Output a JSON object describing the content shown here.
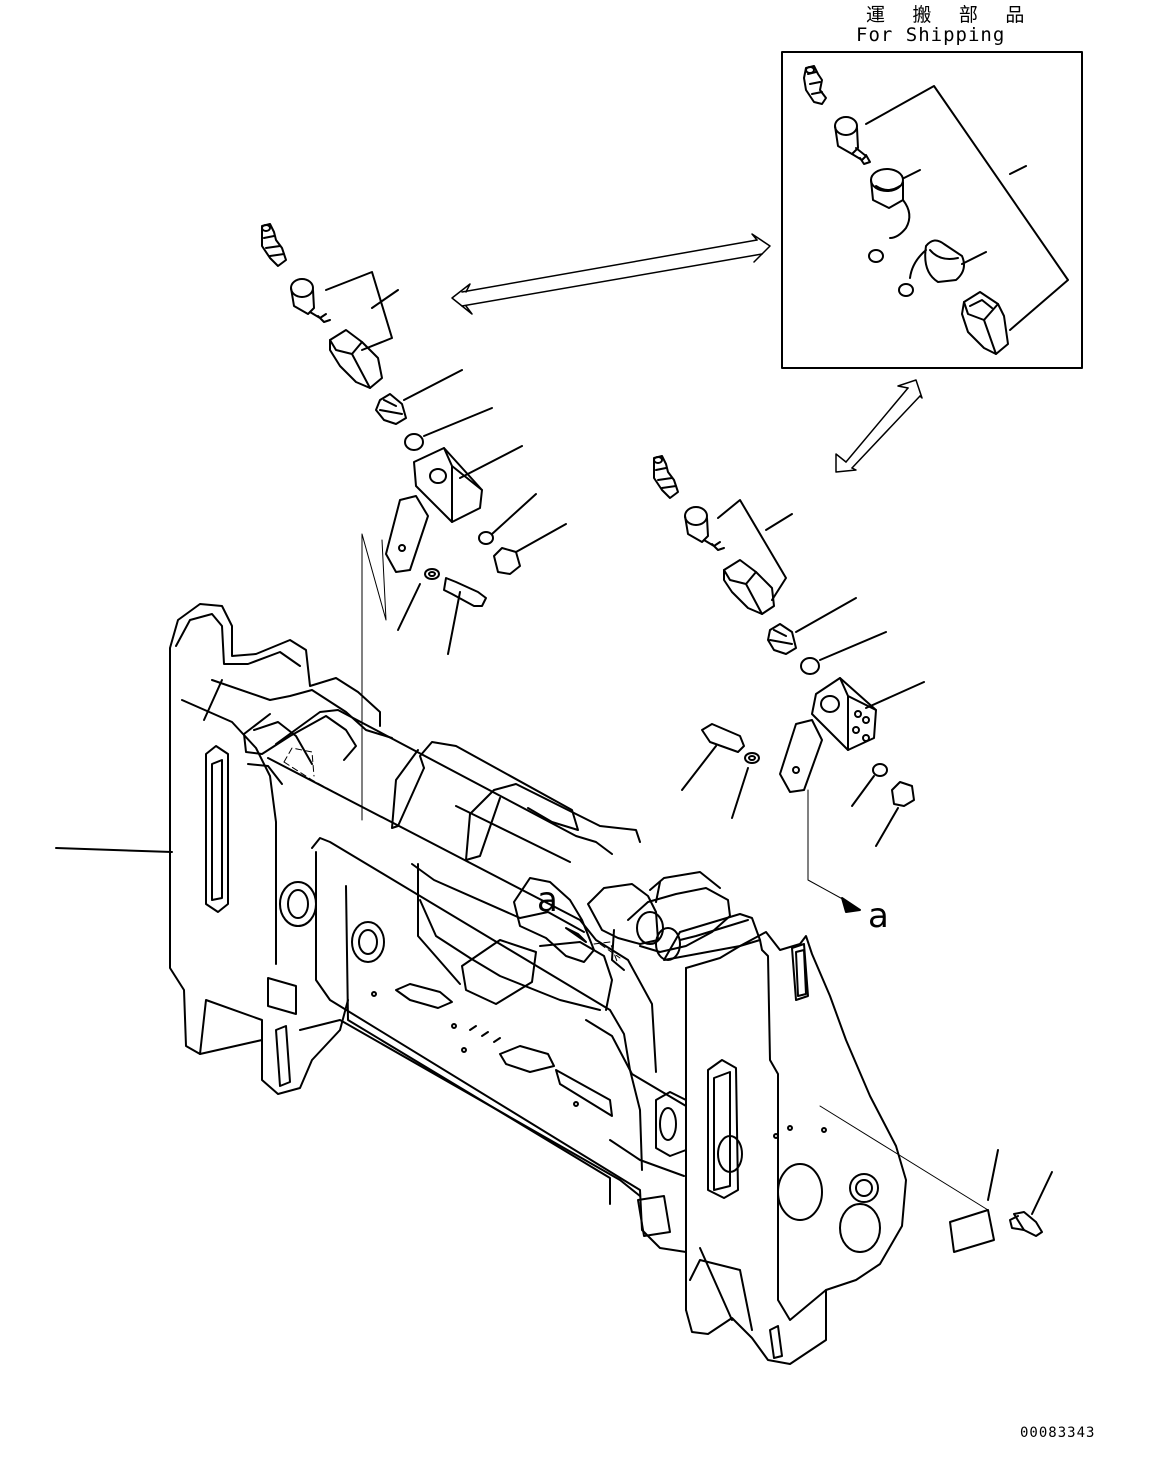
{
  "shipping_box": {
    "label_jp": "運 搬 部 品",
    "label_en": "For Shipping"
  },
  "reference_marks": {
    "detail_a_on_frame": "a",
    "detail_a_arrow": "a"
  },
  "figure_number": "00083343",
  "colors": {
    "line": "#000000",
    "background": "#ffffff"
  }
}
